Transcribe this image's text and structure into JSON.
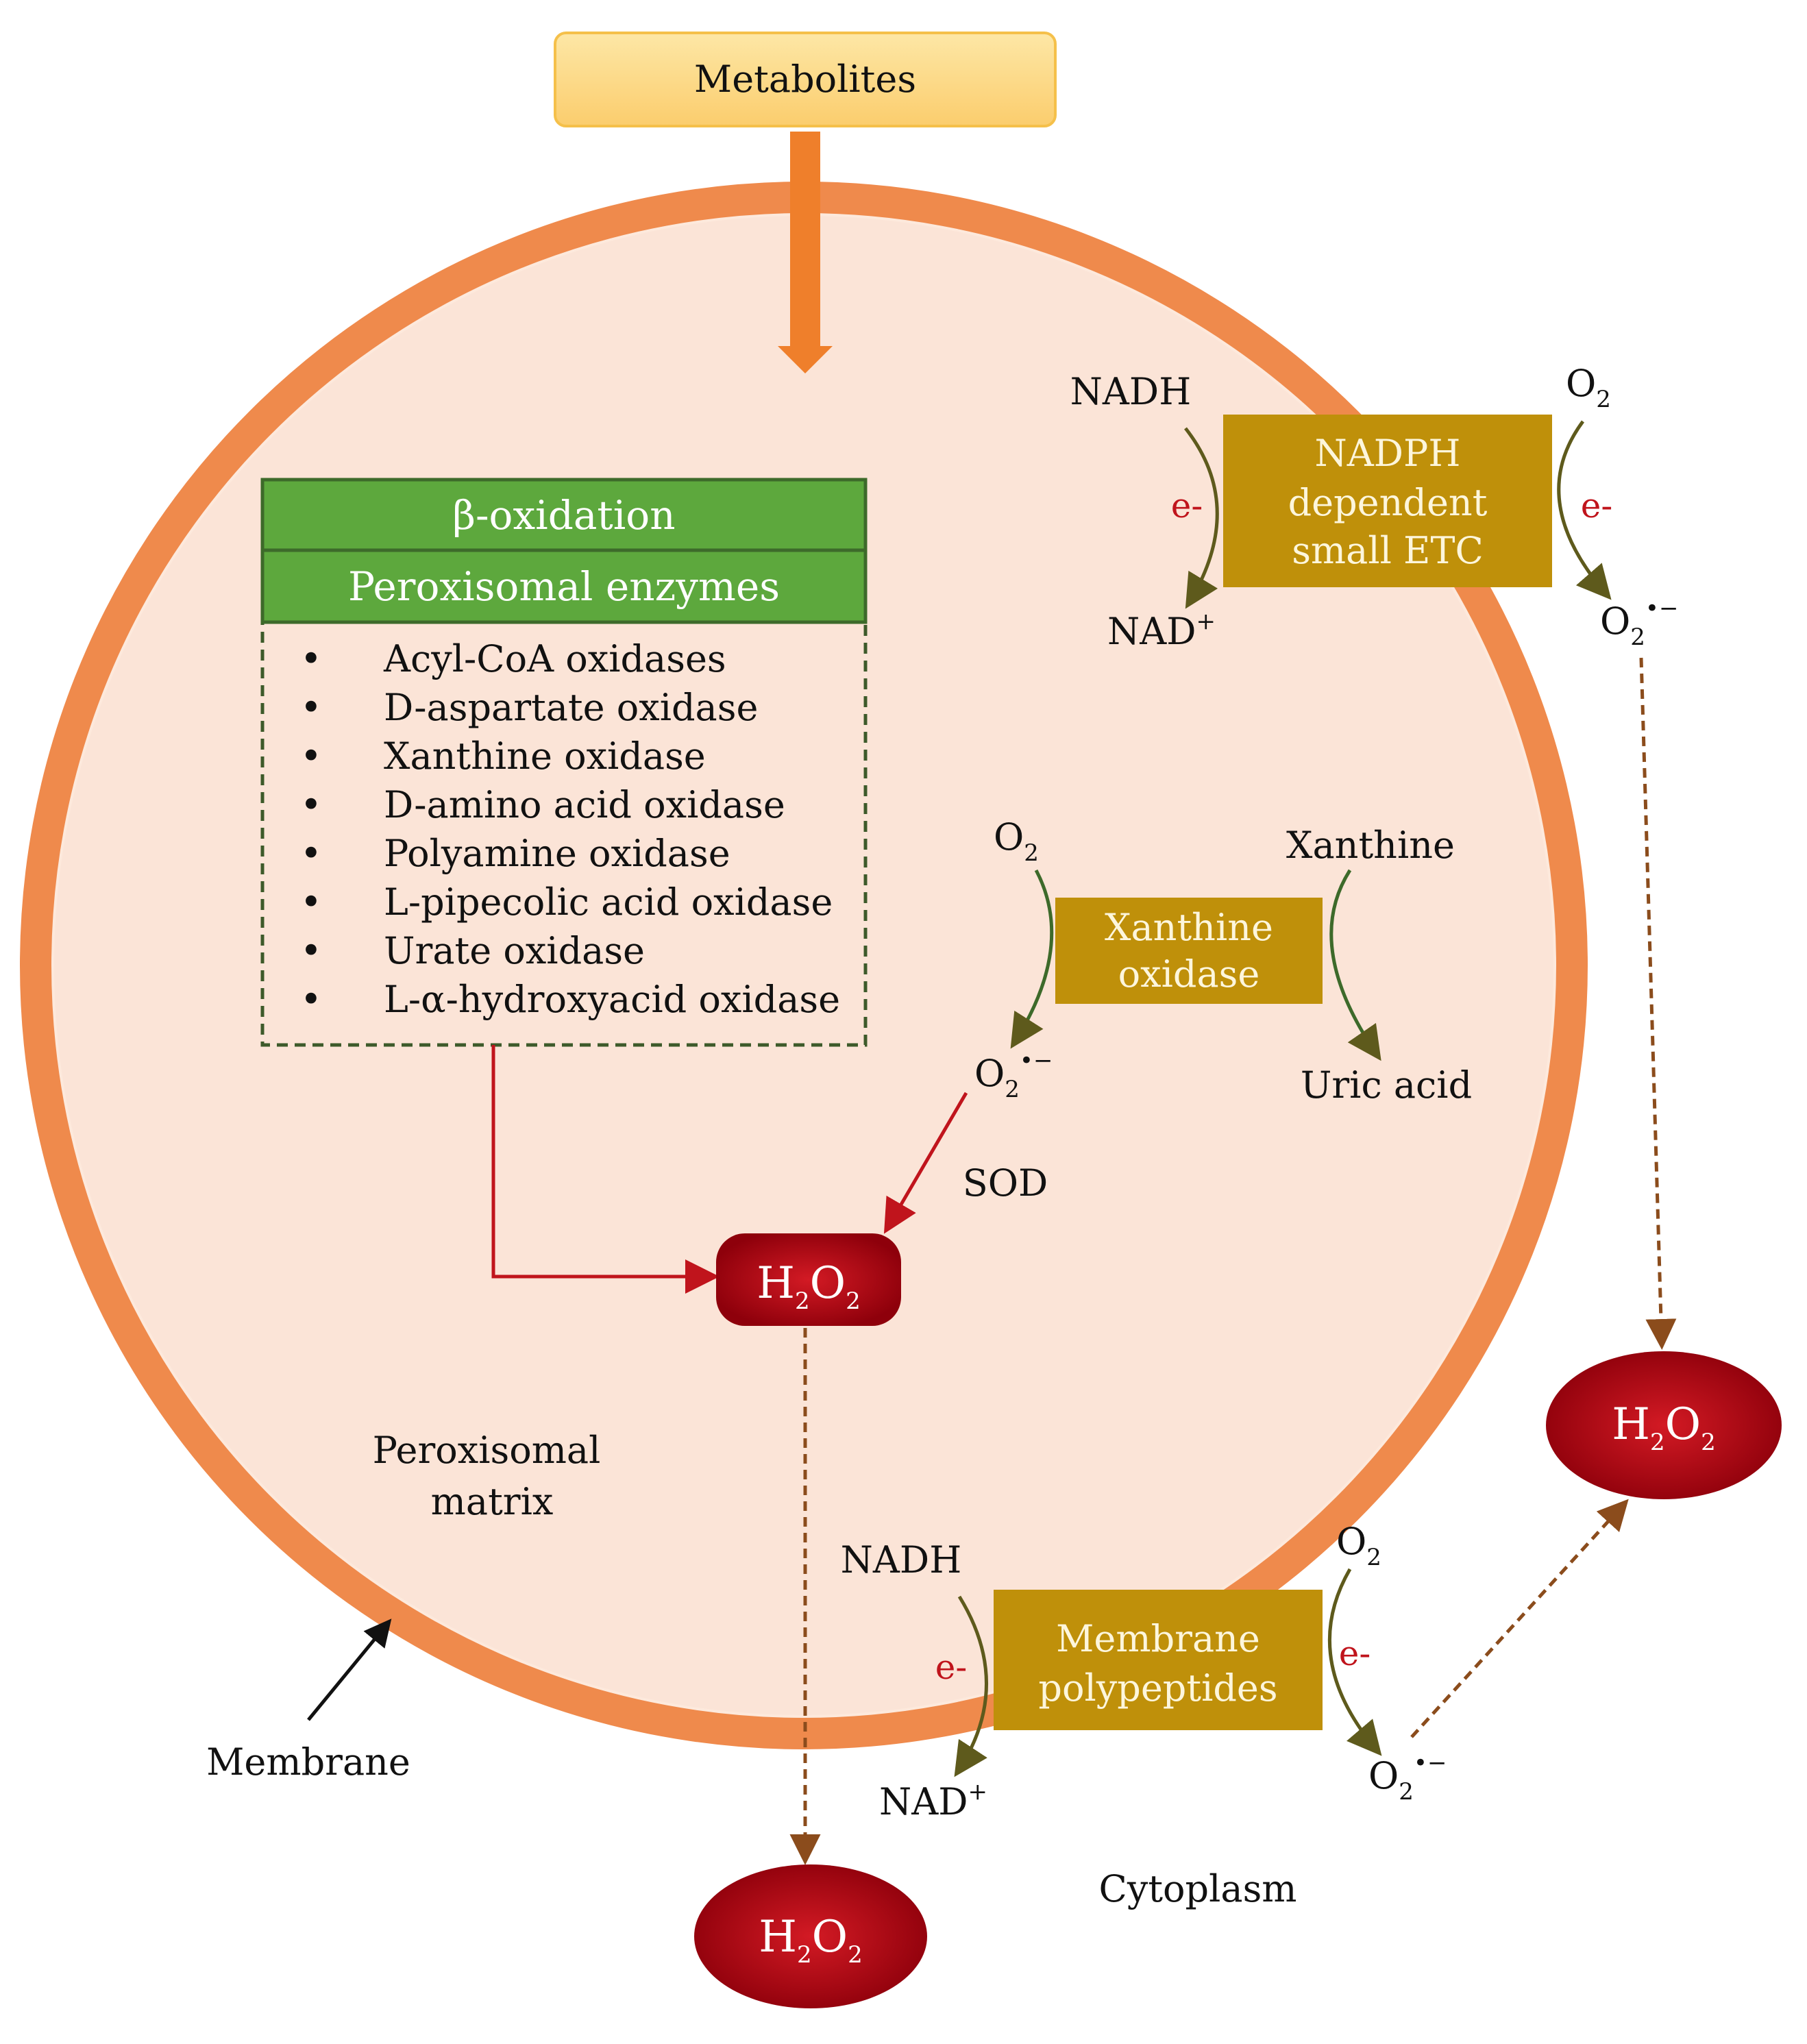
{
  "metabolites_label": "Metabolites",
  "beta_oxidation_label": "β-oxidation",
  "peroxisomal_enzymes_label": "Peroxisomal enzymes",
  "enzymes": [
    "Acyl-CoA oxidases",
    "D-aspartate oxidase",
    "Xanthine oxidase",
    "D-amino acid oxidase",
    "Polyamine oxidase",
    "L-pipecolic acid oxidase",
    "Urate oxidase",
    "L-α-hydroxyacid oxidase"
  ],
  "bullet_glyph": "•",
  "nadph_etc": {
    "lines": [
      "NADPH",
      "dependent",
      "small ETC"
    ],
    "nadh": "NADH",
    "nad": "NAD",
    "nad_sup": "+",
    "e_left": "e-",
    "e_right": "e-",
    "o2": "O",
    "o2_sub": "2",
    "superoxide": "O",
    "superoxide_sub": "2",
    "superoxide_sup": "•−"
  },
  "xanthine_oxidase": {
    "lines": [
      "Xanthine",
      "oxidase"
    ],
    "o2": "O",
    "o2_sub": "2",
    "superoxide": "O",
    "superoxide_sub": "2",
    "superoxide_sup": "•−",
    "xanthine": "Xanthine",
    "uric_acid": "Uric acid"
  },
  "sod_label": "SOD",
  "h2o2": {
    "h": "H",
    "sub1": "2",
    "o": "O",
    "sub2": "2"
  },
  "peroxisomal_matrix_lines": [
    "Peroxisomal",
    "matrix"
  ],
  "membrane_label": "Membrane",
  "cytoplasm_label": "Cytoplasm",
  "membrane_polypeptides": {
    "lines": [
      "Membrane",
      "polypeptides"
    ],
    "nadh": "NADH",
    "nad": "NAD",
    "nad_sup": "+",
    "e_left": "e-",
    "e_right": "e-",
    "o2": "O",
    "o2_sub": "2",
    "superoxide": "O",
    "superoxide_sub": "2",
    "superoxide_sup": "•−"
  },
  "colors": {
    "peroxisome_fill": "#fbe4d7",
    "membrane": "#ef8a4c",
    "metabolites_box": "#fcd98a",
    "green_header": "#5da83d",
    "dashed_border": "#3d5a2a",
    "gold_box": "#bf900a",
    "h2o2_red": "#b5000f",
    "red_arrow": "#c0141c",
    "brown_dashed": "#8b4c1c",
    "olive_arrow": "#5e5a1c"
  }
}
